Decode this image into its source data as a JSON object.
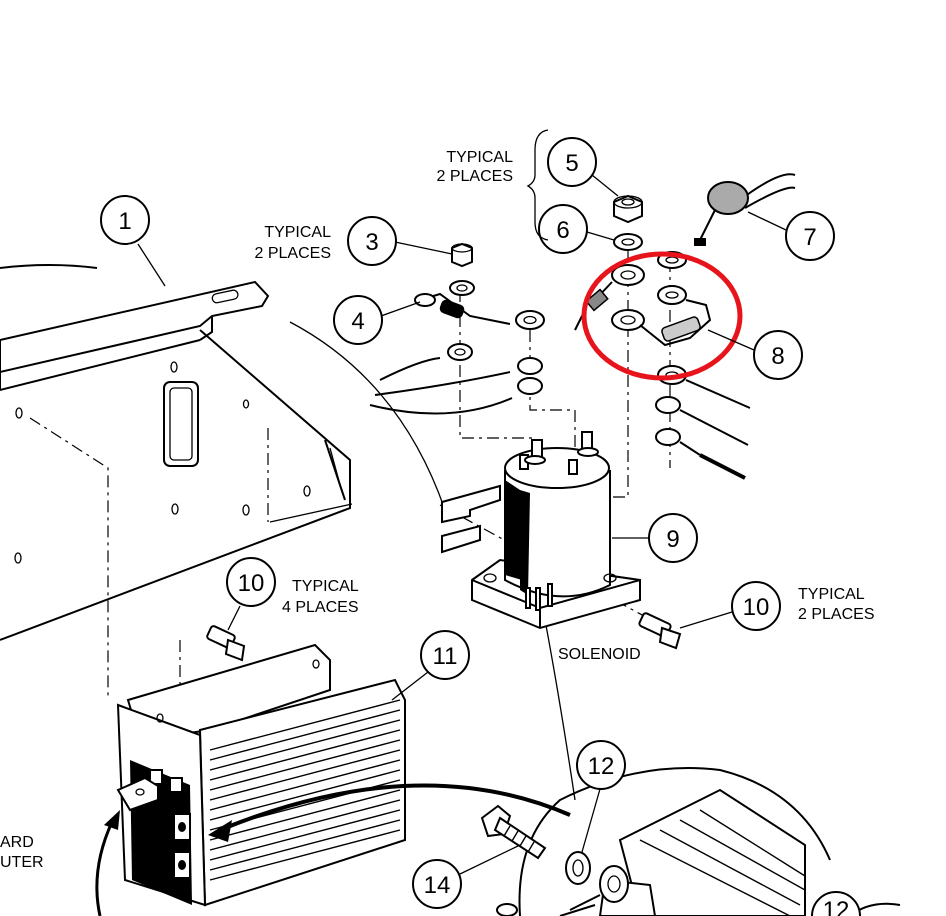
{
  "callouts": [
    {
      "id": "1",
      "text": "1"
    },
    {
      "id": "3",
      "text": "3"
    },
    {
      "id": "4",
      "text": "4"
    },
    {
      "id": "5",
      "text": "5"
    },
    {
      "id": "6",
      "text": "6"
    },
    {
      "id": "7",
      "text": "7"
    },
    {
      "id": "8",
      "text": "8"
    },
    {
      "id": "9",
      "text": "9"
    },
    {
      "id": "10a",
      "text": "10"
    },
    {
      "id": "10b",
      "text": "10"
    },
    {
      "id": "11",
      "text": "11"
    },
    {
      "id": "12",
      "text": "12"
    },
    {
      "id": "14",
      "text": "14"
    },
    {
      "id": "12b",
      "text": "12"
    }
  ],
  "labels": {
    "typical_2_places_a": [
      "TYPICAL",
      "2 PLACES"
    ],
    "typical_2_places_b": [
      "TYPICAL",
      "2 PLACES"
    ],
    "typical_4_places": [
      "TYPICAL",
      "4 PLACES"
    ],
    "typical_2_places_c": [
      "TYPICAL",
      "2 PLACES"
    ],
    "solenoid": "SOLENOID",
    "cut_off_left": [
      "ARD",
      "UTER"
    ]
  },
  "highlight": {
    "color": "#e8141c",
    "target_callout": "8"
  }
}
